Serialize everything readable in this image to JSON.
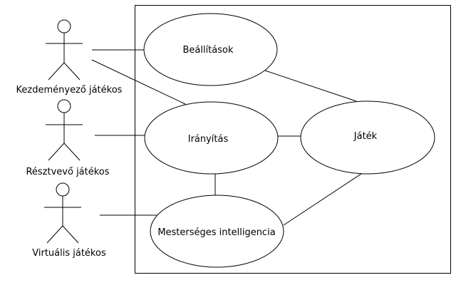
{
  "actors": [
    {
      "name": "Kezdeményező játékos"
    },
    {
      "name": "Résztvevő játékos"
    },
    {
      "name": "Virtuális játékos"
    }
  ],
  "use_cases": [
    {
      "name": "Beállítások"
    },
    {
      "name": "Irányítás"
    },
    {
      "name": "Játék"
    },
    {
      "name": "Mesterséges intelligencia"
    }
  ],
  "colors": {
    "line": "#000000",
    "background": "#ffffff"
  }
}
